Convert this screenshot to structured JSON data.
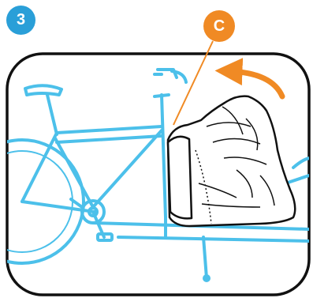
{
  "step": {
    "number": "3",
    "color": "#2a9fd8"
  },
  "callout": {
    "letter": "C",
    "color": "#f08a24"
  },
  "colors": {
    "frame_line": "#4cc0ea",
    "border": "#111111",
    "arrow": "#f08a24"
  },
  "icons": [
    "bicycle-illustration",
    "bag-illustration",
    "rotate-arrow-icon"
  ]
}
